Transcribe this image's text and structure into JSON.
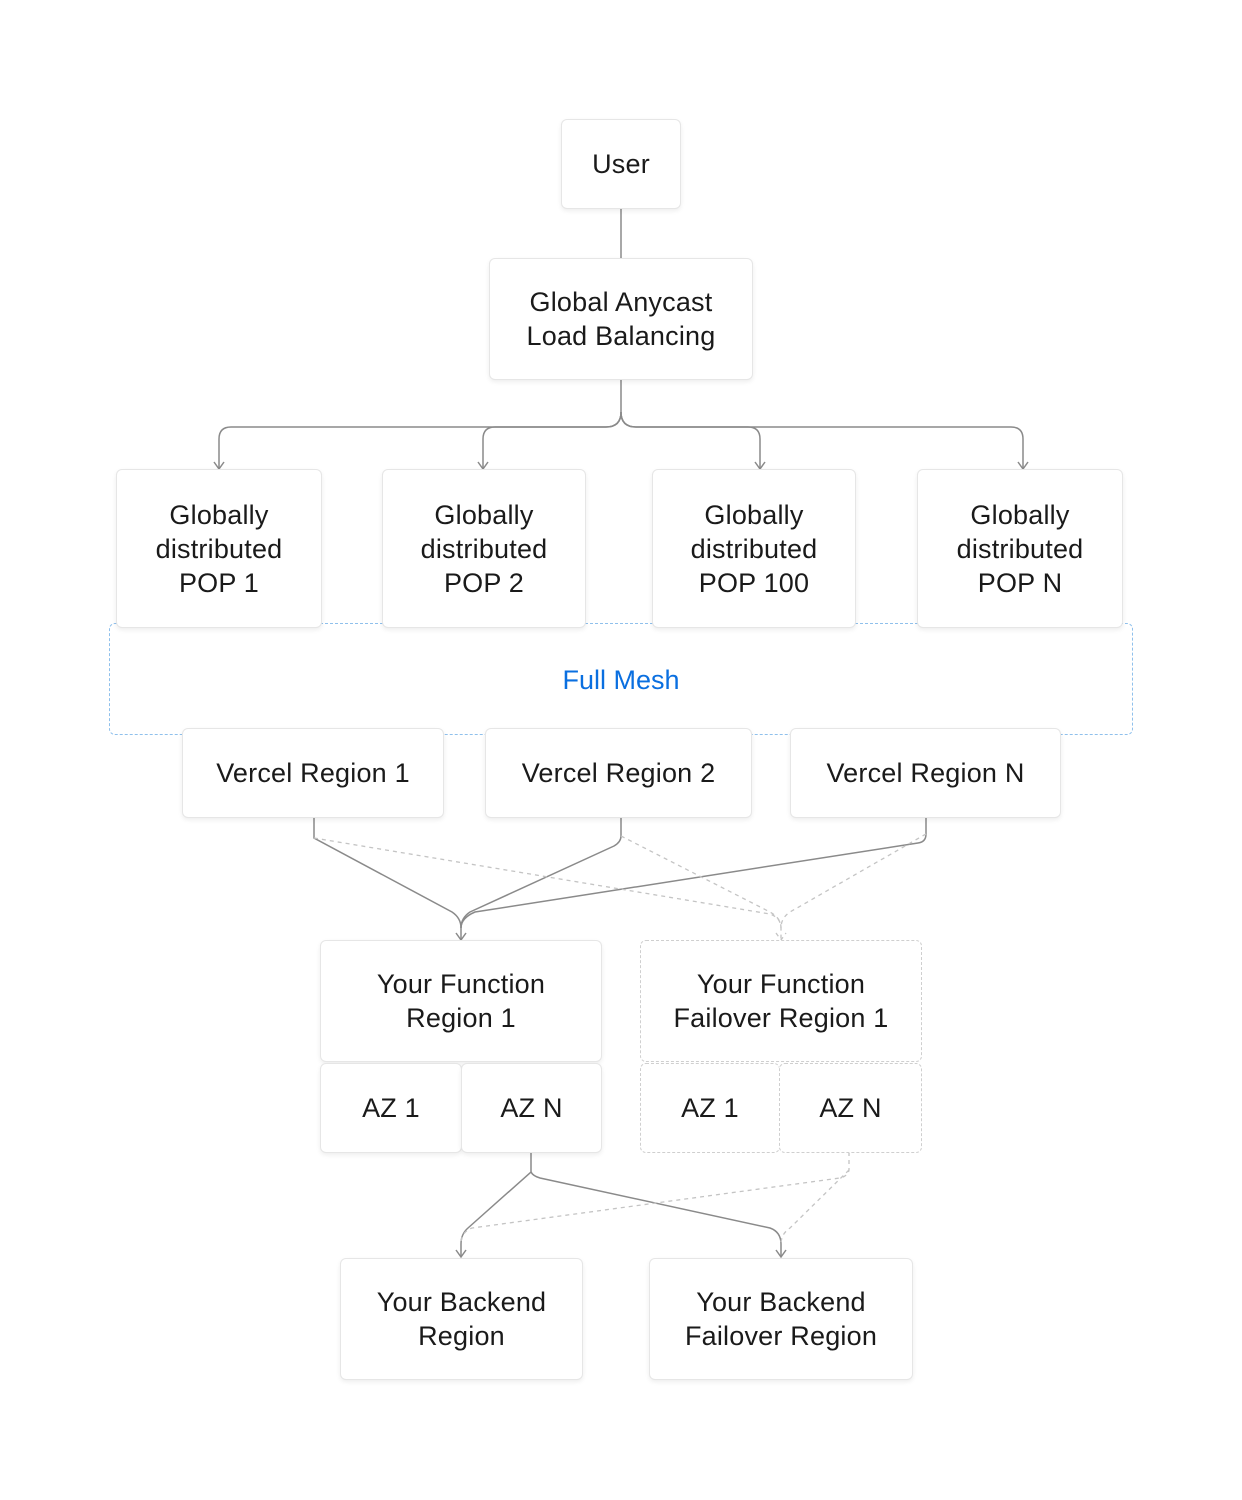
{
  "nodes": {
    "user": "User",
    "load_balancer": "Global Anycast\nLoad Balancing",
    "pops": [
      "Globally\ndistributed\nPOP 1",
      "Globally\ndistributed\nPOP 2",
      "Globally\ndistributed\nPOP 100",
      "Globally\ndistributed\nPOP N"
    ],
    "mesh": "Full Mesh",
    "regions": [
      "Vercel Region 1",
      "Vercel Region 2",
      "Vercel Region N"
    ],
    "function_primary": {
      "title": "Your Function\nRegion 1",
      "azs": [
        "AZ 1",
        "AZ N"
      ]
    },
    "function_failover": {
      "title": "Your Function\nFailover Region 1",
      "azs": [
        "AZ 1",
        "AZ N"
      ]
    },
    "backend_primary": "Your Backend\nRegion",
    "backend_failover": "Your Backend\nFailover Region"
  },
  "colors": {
    "mesh_text": "#0a6fe0",
    "mesh_border": "#8fc0ec",
    "connector": "#8a8a8a",
    "failover_connector": "#c4c4c4"
  }
}
